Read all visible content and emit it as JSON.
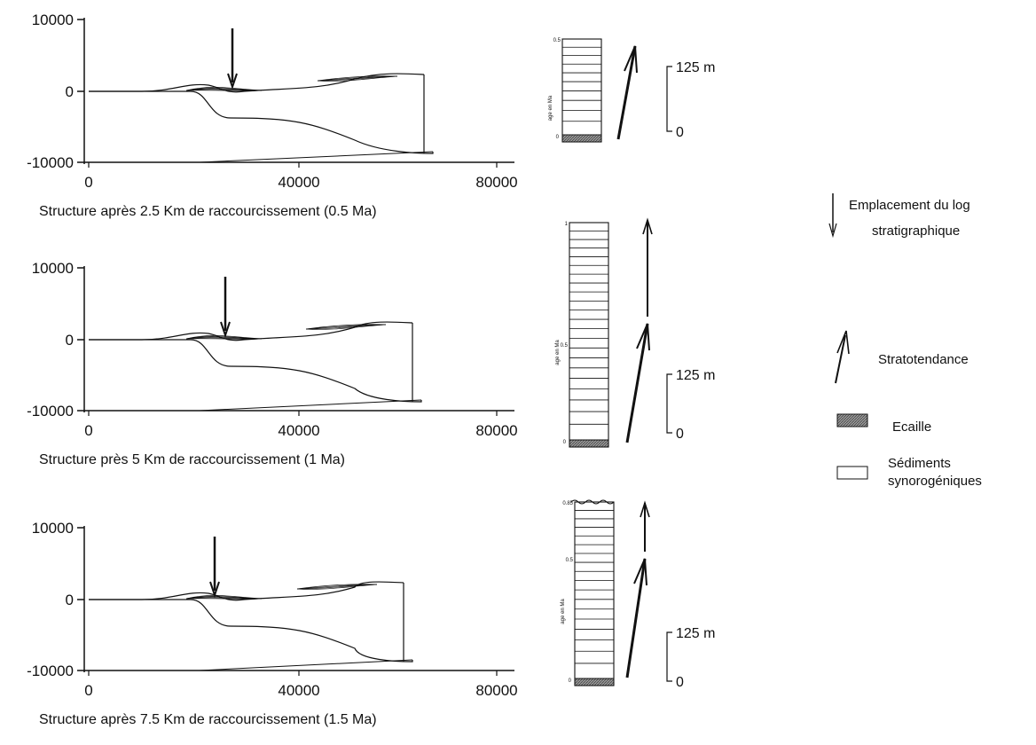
{
  "panels": [
    {
      "caption": "Structure après 2.5 Km de raccourcissement (0.5 Ma)",
      "y_ticks": [
        "10000",
        "0",
        "-10000"
      ],
      "x_ticks": [
        "0",
        "40000",
        "80000"
      ],
      "log": {
        "top_age": "0.5",
        "mid_age": "",
        "base_age": "0",
        "age_label": "age en Ma",
        "unconformity": false
      },
      "scale": {
        "label": "125 m",
        "zero": "0"
      }
    },
    {
      "caption": "Structure près 5 Km de raccourcissement (1 Ma)",
      "y_ticks": [
        "10000",
        "0",
        "-10000"
      ],
      "x_ticks": [
        "0",
        "40000",
        "80000"
      ],
      "log": {
        "top_age": "1",
        "mid_age": "0.5",
        "base_age": "0",
        "age_label": "age en Ma",
        "unconformity": false
      },
      "scale": {
        "label": "125 m",
        "zero": "0"
      }
    },
    {
      "caption": "Structure après 7.5 Km de raccourcissement (1.5 Ma)",
      "y_ticks": [
        "10000",
        "0",
        "-10000"
      ],
      "x_ticks": [
        "0",
        "40000",
        "80000"
      ],
      "log": {
        "top_age": "0.85",
        "mid_age": "0.5",
        "base_age": "0",
        "age_label": "age en Ma",
        "unconformity": true
      },
      "scale": {
        "label": "125 m",
        "zero": "0"
      }
    }
  ],
  "legend": {
    "log_location": "Emplacement du log\nstratigraphique",
    "stratotendance": "Stratotendance",
    "ecaille": "Ecaille",
    "sediments": "Sédiments\nsynorogéniques"
  },
  "colors": {
    "ink": "#111111",
    "ecaille_fill": "#8a8a8a"
  }
}
